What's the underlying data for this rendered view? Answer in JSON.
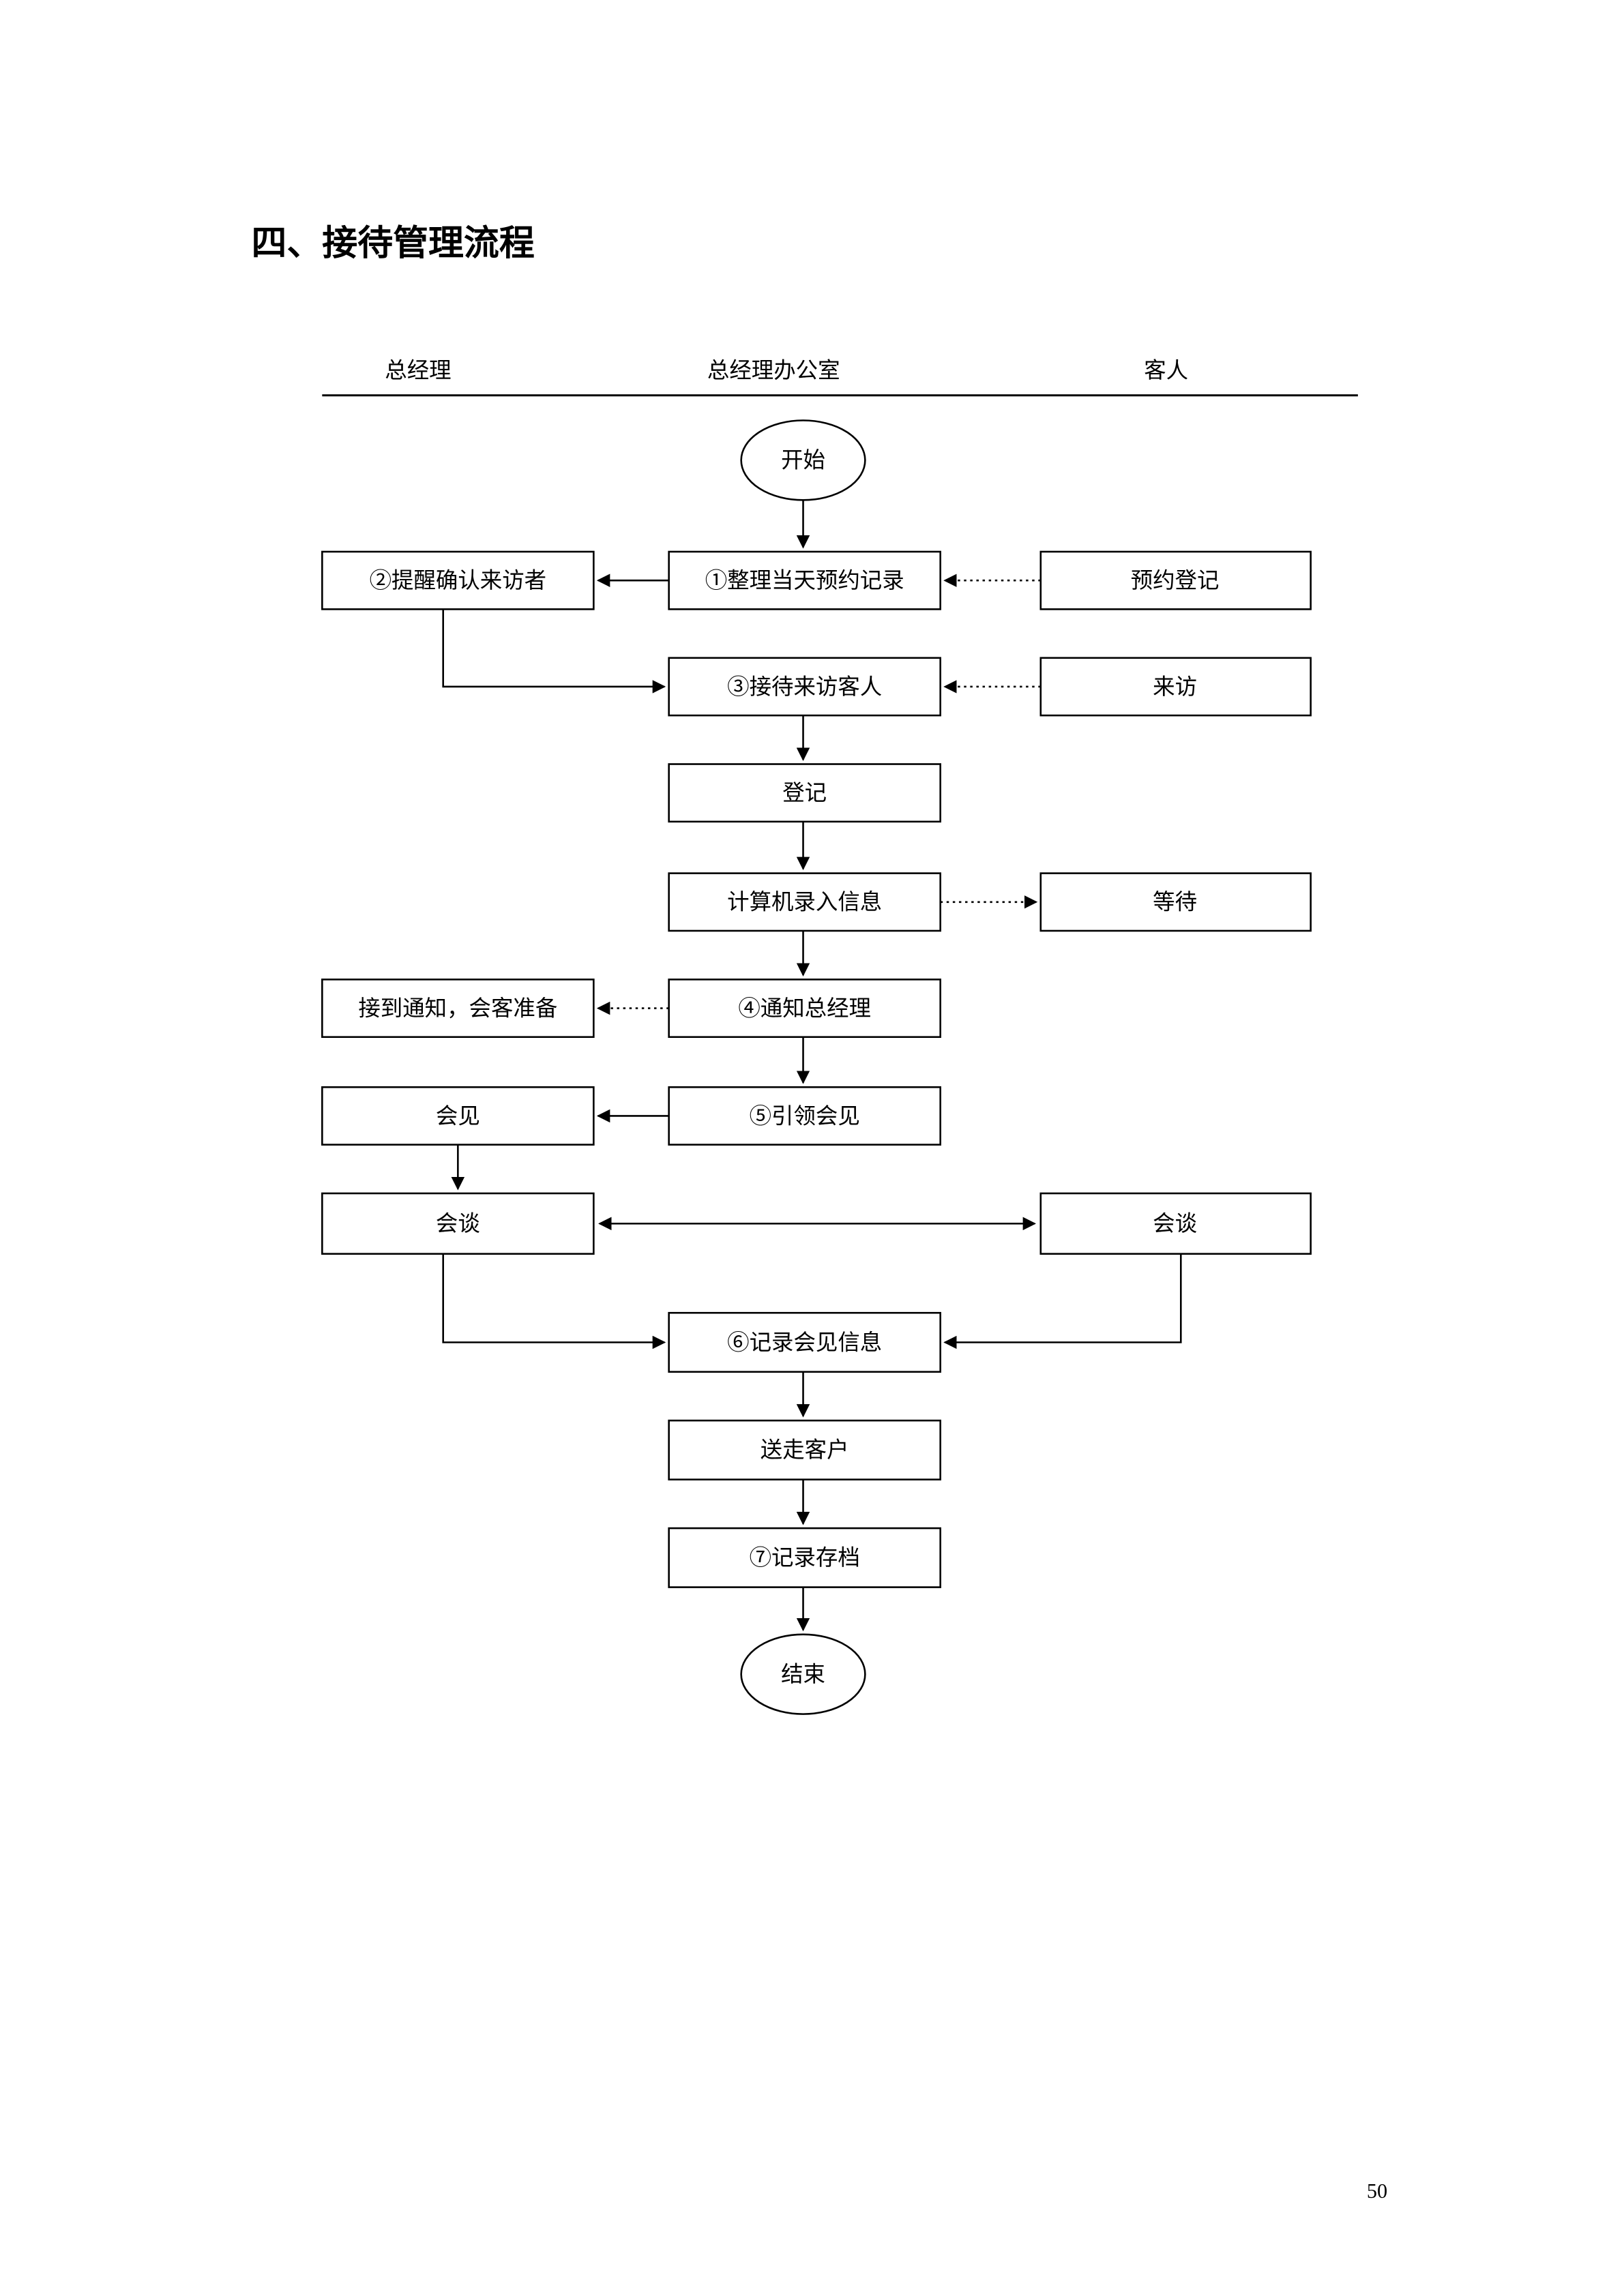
{
  "page": {
    "title": "四、接待管理流程",
    "page_number": "50"
  },
  "lanes": {
    "manager": "总经理",
    "office": "总经理办公室",
    "guest": "客人"
  },
  "nodes": {
    "start": "开始",
    "organize_records": "①整理当天预约记录",
    "remind_confirm": "②提醒确认来访者",
    "appointment_register": "预约登记",
    "receive_visitor": "③接待来访客人",
    "visit": "来访",
    "register": "登记",
    "computer_entry": "计算机录入信息",
    "wait": "等待",
    "notify_gm": "④通知总经理",
    "prepare_meeting": "接到通知，会客准备",
    "lead_meeting": "⑤引领会见",
    "meet": "会见",
    "talk_left": "会谈",
    "talk_right": "会谈",
    "record_meeting": "⑥记录会见信息",
    "send_off": "送走客户",
    "archive": "⑦记录存档",
    "end": "结束"
  }
}
